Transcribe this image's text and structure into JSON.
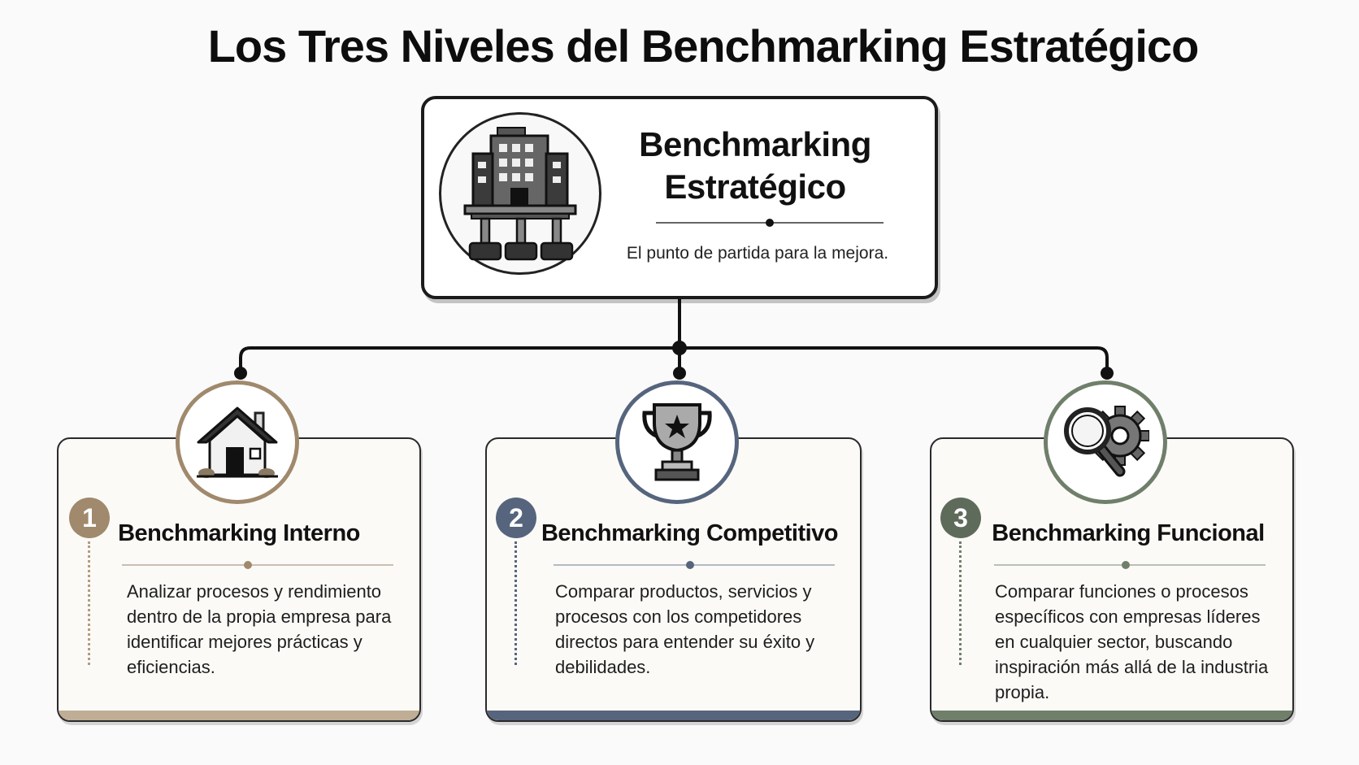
{
  "title": "Los Tres Niveles del Benchmarking Estratégico",
  "root": {
    "title": "Benchmarking Estratégico",
    "subtitle": "El punto de partida para la mejora.",
    "icon": "building-on-pillars-icon"
  },
  "levels": [
    {
      "number": "1",
      "heading": "Benchmarking Interno",
      "body": "Analizar procesos y rendimiento dentro de la propia empresa para identificar mejores prácticas y eficiencias.",
      "icon": "house-icon",
      "accent": "#a0896c"
    },
    {
      "number": "2",
      "heading": "Benchmarking Competitivo",
      "body": "Comparar productos, servicios y procesos con los competidores directos para entender su éxito y debilidades.",
      "icon": "trophy-icon",
      "accent": "#56657d"
    },
    {
      "number": "3",
      "heading": "Benchmarking Funcional",
      "body": "Comparar funciones o procesos específicos con empresas líderes en cualquier sector, buscando inspiración más allá de la industria propia.",
      "icon": "magnifier-gear-icon",
      "accent": "#6f7f6a"
    }
  ]
}
